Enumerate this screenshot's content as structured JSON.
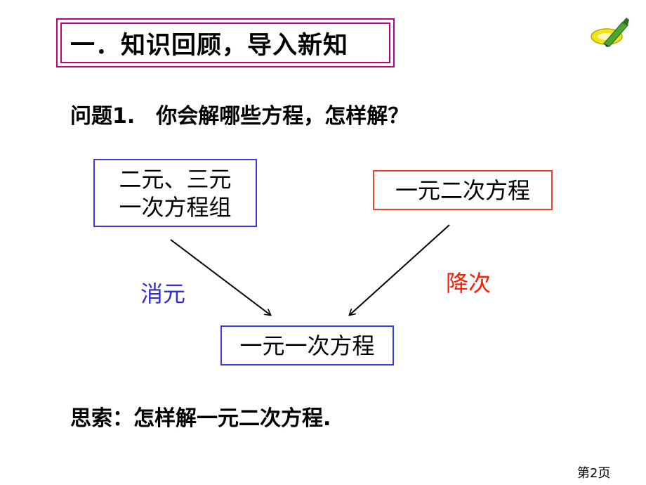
{
  "section": {
    "title": "一．知识回顾，导入新知"
  },
  "question": {
    "text": "问题1.　你会解哪些方程，怎样解？"
  },
  "boxes": {
    "system_line1": "二元、三元",
    "system_line2": "一次方程组",
    "quadratic": "一元二次方程",
    "linear": "一元一次方程"
  },
  "labels": {
    "elimination": "消元",
    "reduce_degree": "降次"
  },
  "thinking": {
    "text": "思索：怎样解一元二次方程."
  },
  "footer": {
    "page": "第2页"
  },
  "colors": {
    "title_border": "#c0007f",
    "box_blue": "#3b3bd9",
    "box_orange": "#e8452a",
    "label_blue": "#2e2ed8",
    "label_red": "#ff1a00"
  },
  "icons": {
    "decoration": "pencil-icon"
  }
}
